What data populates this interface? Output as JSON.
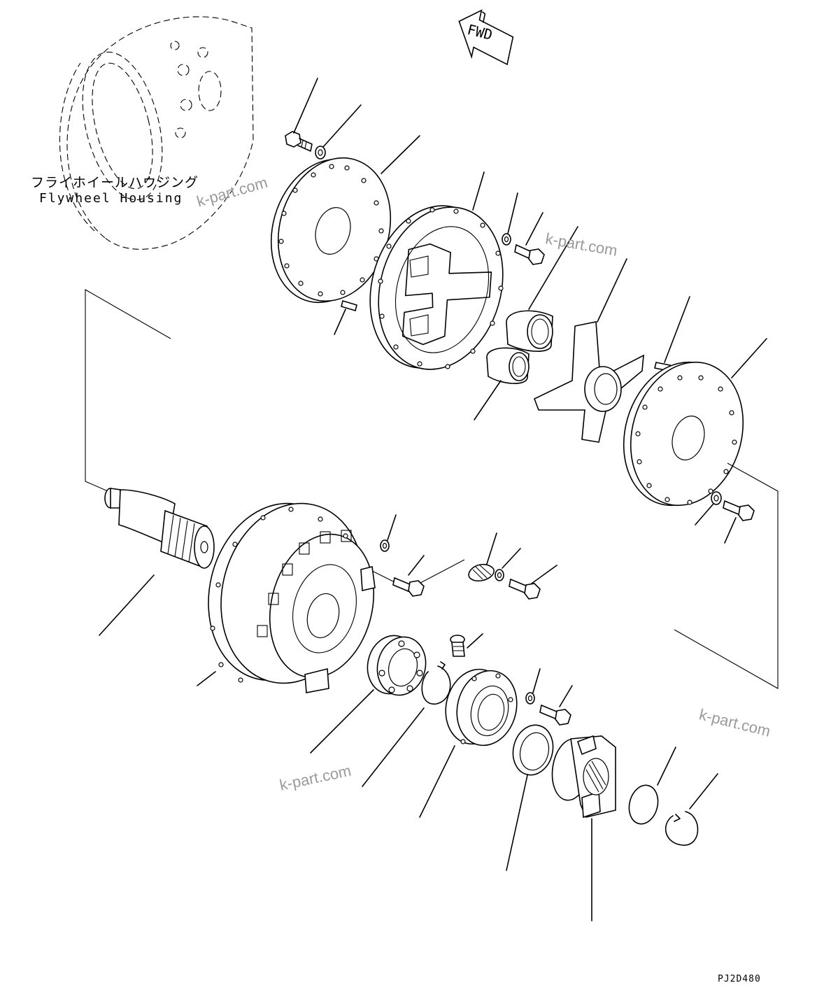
{
  "labels": {
    "fwd_arrow": "FWD",
    "housing_jp": "フライホイールハウジング",
    "housing_en": "Flywheel Housing",
    "drawing_code": "PJ2D480"
  },
  "watermarks": [
    "k-part.com",
    "k-part.com",
    "k-part.com",
    "k-part.com"
  ]
}
